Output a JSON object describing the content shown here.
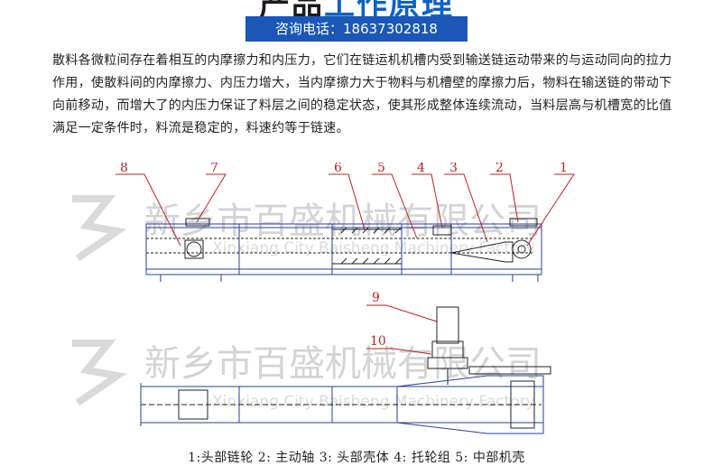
{
  "header": {
    "title_dark": "产品",
    "title_accent": "工作原理",
    "phone": "咨询电话：18637302818"
  },
  "description": "散料各微粒间存在着相互的内摩擦力和内压力，它们在链运机机槽内受到输送链运动带来的与运动同向的拉力作用，使散料间的内摩擦力、内压力增大，当内摩擦力大于物料与机槽壁的摩擦力后，物料在输送链的带动下向前移动，而增大了的内压力保证了料层之间的稳定状态，使其形成整体连续流动，当料层高与机槽宽的比值满足一定条件时，料流是稳定的，料速约等于链速。",
  "drawing": {
    "callouts_top": [
      "8",
      "7",
      "6",
      "5",
      "4",
      "3",
      "2",
      "1"
    ],
    "callouts_bottom": [
      "9",
      "10"
    ],
    "watermark_cn": "新乡市百盛机械有限公司",
    "watermark_en": "Xinxiang City Baisheng Machinery Factory"
  },
  "legend": "1:头部链轮 2: 主动轴 3: 头部壳体 4: 托轮组 5: 中部机壳",
  "colors": {
    "accent": "#0a62c9",
    "phone_bg": "#1a57b8",
    "callout": "#c21f1f",
    "drawing_line": "#2a3f9e"
  }
}
